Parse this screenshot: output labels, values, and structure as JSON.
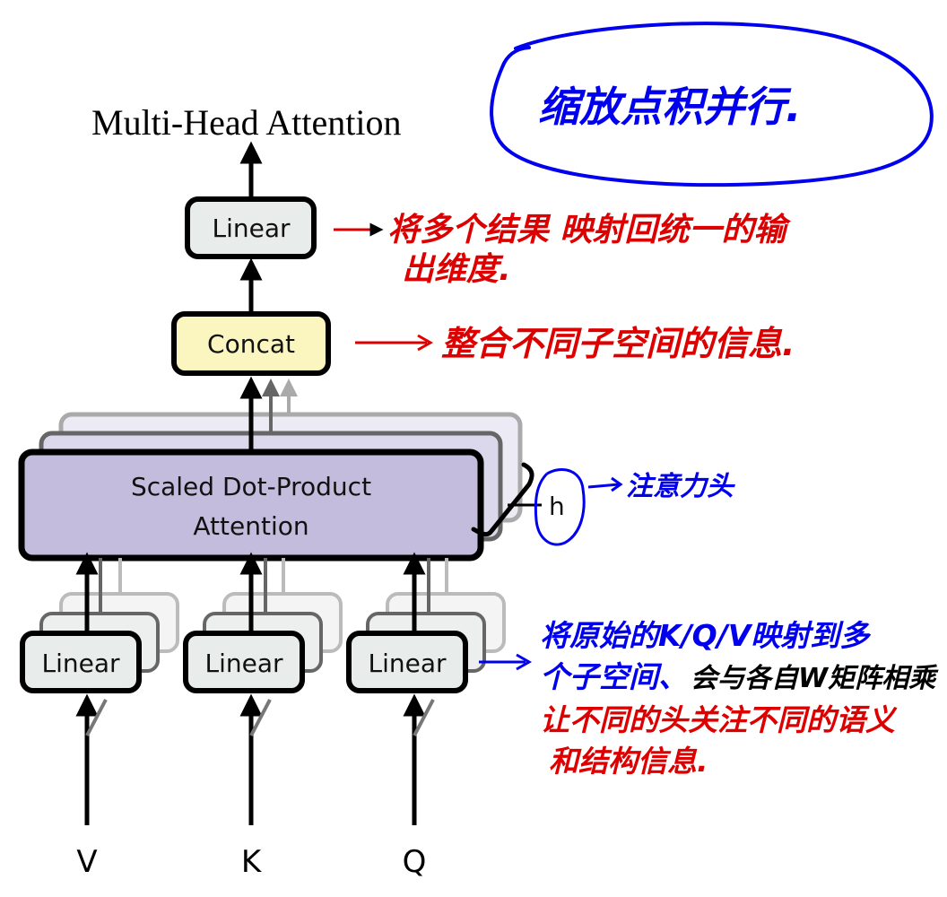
{
  "diagram": {
    "title": "Multi-Head Attention",
    "colors": {
      "linear_fill": "#e8ecea",
      "concat_fill": "#fbf5c0",
      "attention_fill": "#c3bcdc",
      "attention_shadow_fill": "#e6e3f2",
      "stroke": "#000000",
      "annotation_blue": "#0000ee",
      "annotation_red": "#dd0000",
      "annotation_black": "#000000"
    },
    "nodes": {
      "output_linear": "Linear",
      "concat": "Concat",
      "attention_line1": "Scaled Dot-Product",
      "attention_line2": "Attention",
      "heads_label": "h",
      "input_linears": [
        "Linear",
        "Linear",
        "Linear"
      ]
    },
    "inputs": [
      "V",
      "K",
      "Q"
    ],
    "annotations": {
      "title_note": "缩放点积并行.",
      "output_linear_note_line1": "将多个结果 映射回统一的输",
      "output_linear_note_line2": "出维度.",
      "concat_note": "整合不同子空间的信息.",
      "heads_note": "注意力头",
      "input_linear_note_line1": "将原始的K/Q/V映射到多",
      "input_linear_note_line2a": "个子空间、",
      "input_linear_note_line2b": "会与各自W矩阵相乘",
      "input_linear_note_line3": "让不同的头关注不同的语义",
      "input_linear_note_line4": "和结构信息."
    }
  }
}
